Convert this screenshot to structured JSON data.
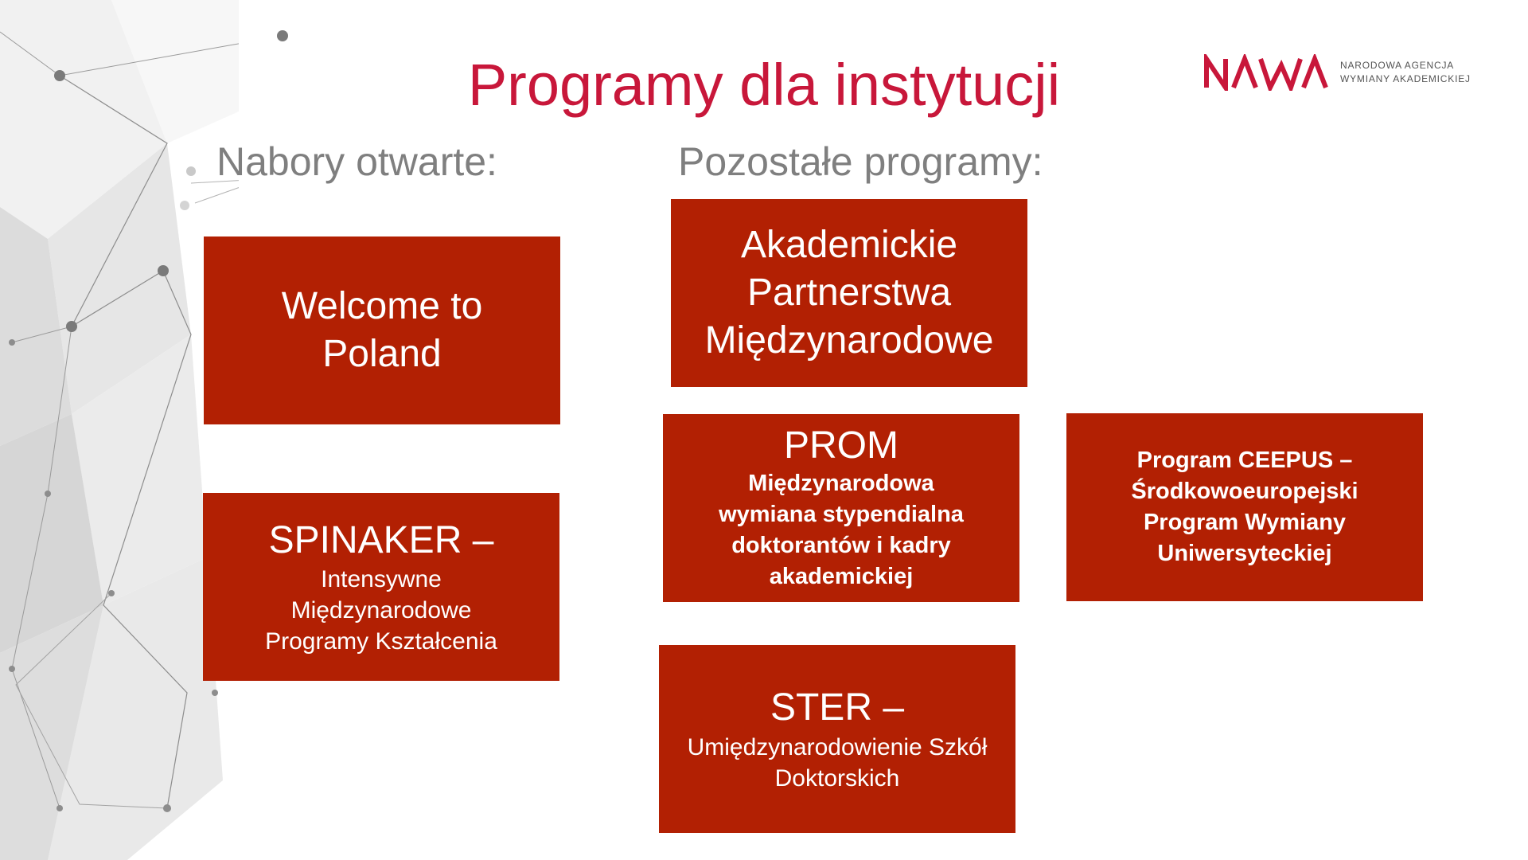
{
  "slide": {
    "title": "Programy dla instytucji",
    "logo": {
      "wordmark": "NAWA",
      "line1": "NARODOWA AGENCJA",
      "line2": "WYMIANY AKADEMICKIEJ"
    },
    "open_heading": "Nabory otwarte:",
    "other_heading": "Pozostałe programy:",
    "welcome": {
      "line1": "Welcome to",
      "line2": "Poland"
    },
    "spinaker": {
      "title": "SPINAKER –",
      "line1": "Intensywne",
      "line2": "Międzynarodowe",
      "line3": "Programy Kształcenia"
    },
    "apm": {
      "line1": "Akademickie",
      "line2": "Partnerstwa",
      "line3": "Międzynarodowe"
    },
    "prom": {
      "title": "PROM",
      "line1": "Międzynarodowa",
      "line2": "wymiana stypendialna",
      "line3": "doktorantów i kadry",
      "line4": "akademickiej"
    },
    "ceepus": {
      "line1": "Program CEEPUS –",
      "line2": "Środkowoeuropejski",
      "line3": "Program Wymiany",
      "line4": "Uniwersyteckiej"
    },
    "ster": {
      "title": "STER –",
      "line1": "Umiędzynarodowienie Szkół",
      "line2": "Doktorskich"
    }
  },
  "colors": {
    "accent": "#c8173a",
    "box": "#b22003",
    "heading": "#7f7f7f"
  }
}
